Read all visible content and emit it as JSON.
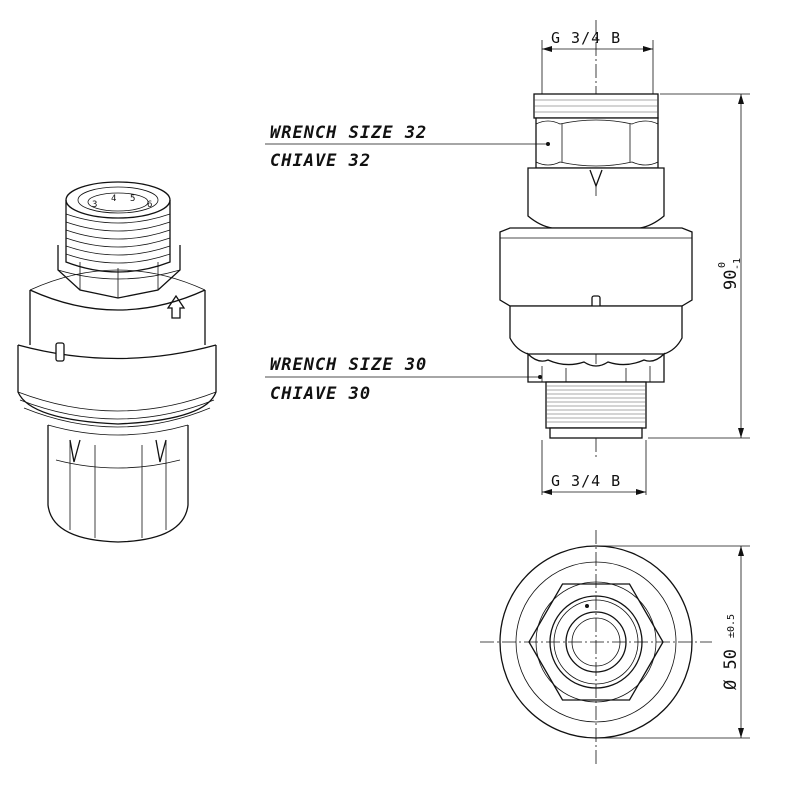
{
  "labels": {
    "wrench_top_en": "WRENCH SIZE 32",
    "wrench_top_it": "CHIAVE 32",
    "wrench_bottom_en": "WRENCH SIZE 30",
    "wrench_bottom_it": "CHIAVE 30",
    "thread_top": "G 3/4 B",
    "thread_bottom": "G 3/4 B",
    "height_value": "90",
    "height_tol_upper": "0",
    "height_tol_lower": "-1",
    "diameter_value": "Ø 50",
    "diameter_tol": "±0.5"
  },
  "dial": {
    "marks": [
      "3",
      "4",
      "5",
      "6"
    ]
  }
}
